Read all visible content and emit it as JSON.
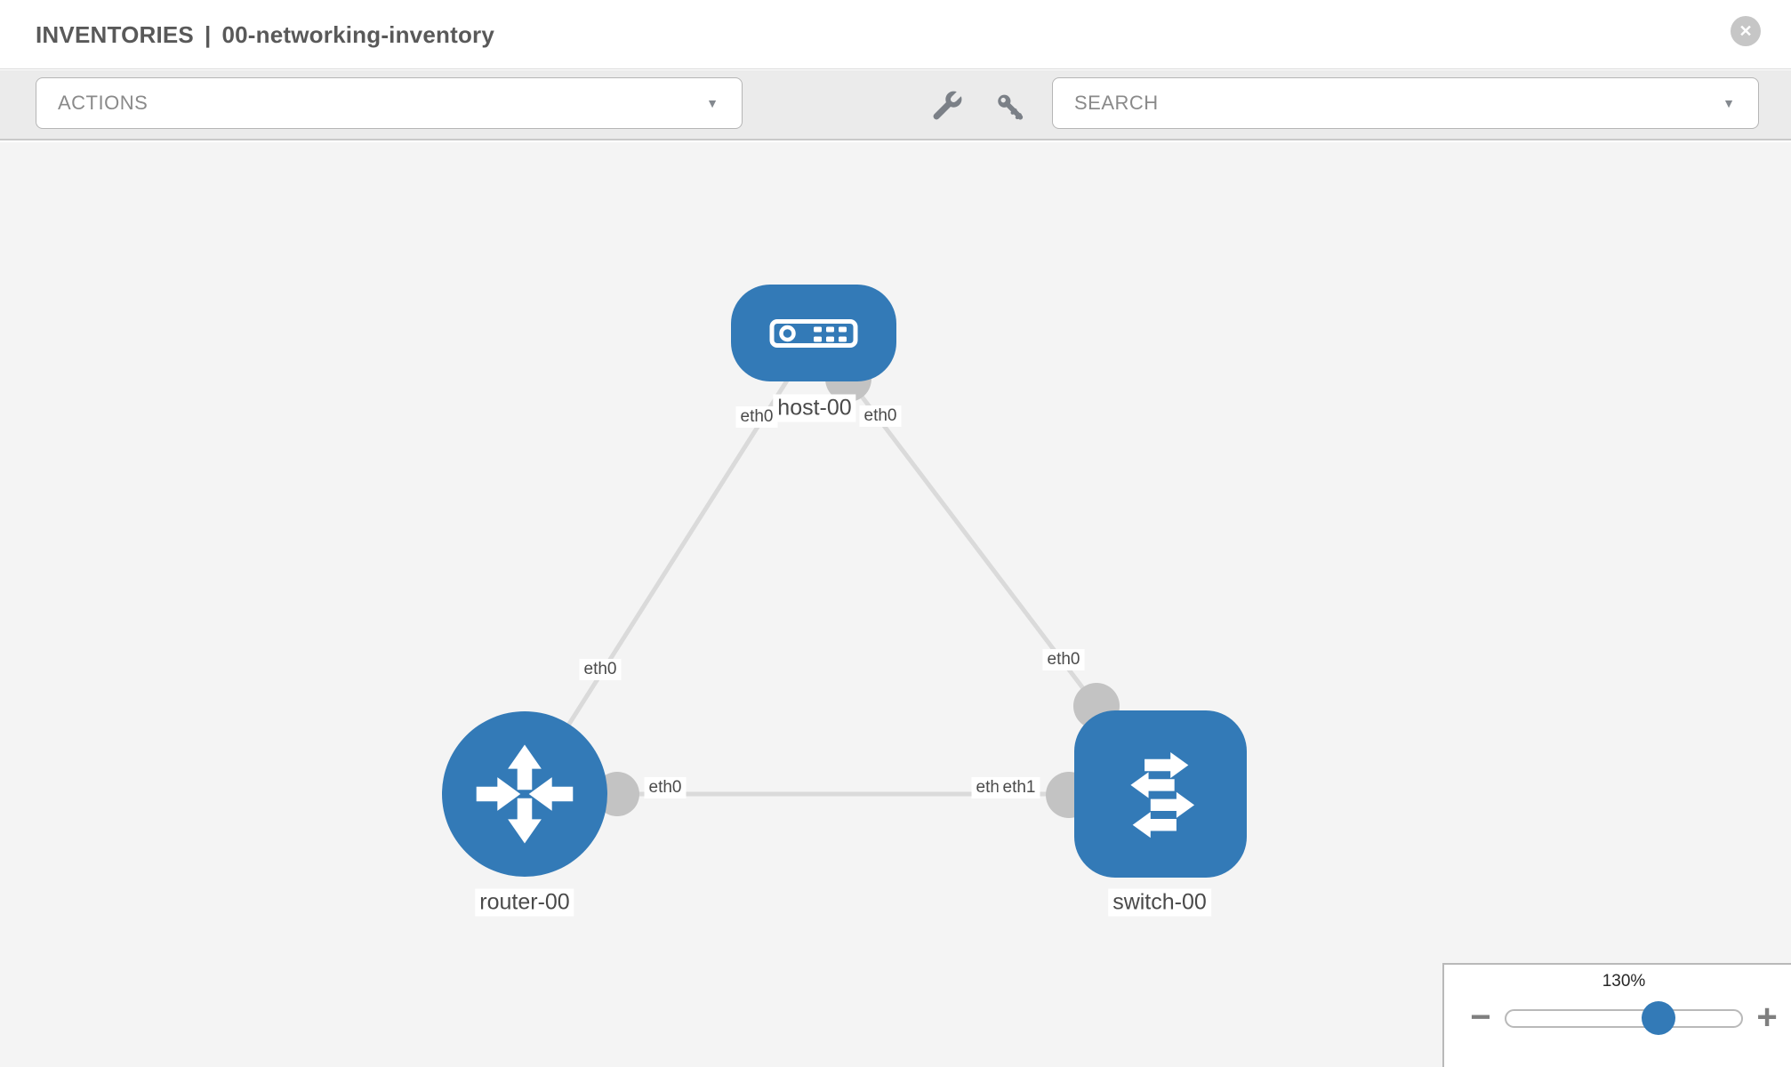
{
  "header": {
    "title_primary": "INVENTORIES",
    "title_separator": "|",
    "title_secondary": "00-networking-inventory",
    "close_icon": "circle-x-icon"
  },
  "toolbar": {
    "actions_dropdown": {
      "label": "ACTIONS",
      "caret": "▼"
    },
    "search_dropdown": {
      "placeholder": "SEARCH",
      "caret": "▼"
    },
    "icons": [
      "wrench-icon",
      "key-icon"
    ]
  },
  "topology": {
    "nodes": [
      {
        "id": "host-00",
        "label": "host-00",
        "type": "host",
        "shape": "rounded-rect"
      },
      {
        "id": "router-00",
        "label": "router-00",
        "type": "router",
        "shape": "circle"
      },
      {
        "id": "switch-00",
        "label": "switch-00",
        "type": "switch",
        "shape": "rounded-square"
      }
    ],
    "links": [
      {
        "from": "router-00",
        "from_if": "eth0",
        "to": "host-00",
        "to_if": "eth0"
      },
      {
        "from": "switch-00",
        "from_if": "eth0",
        "to": "host-00",
        "to_if": "eth0"
      },
      {
        "from": "router-00",
        "from_if": "eth0",
        "to": "switch-00",
        "to_if": "eth1",
        "occluded_if": "eth0"
      }
    ]
  },
  "zoom_control": {
    "value": "130%",
    "percent": 130,
    "decrease": "−",
    "increase": "+"
  },
  "colors": {
    "node_fill": "#337ab7",
    "link": "#dadada",
    "connector": "#c3c3c3",
    "slider_knob": "#337ab7",
    "canvas_bg": "#f4f4f4",
    "toolbar_bg": "#ebebeb"
  },
  "close_label": "✕"
}
